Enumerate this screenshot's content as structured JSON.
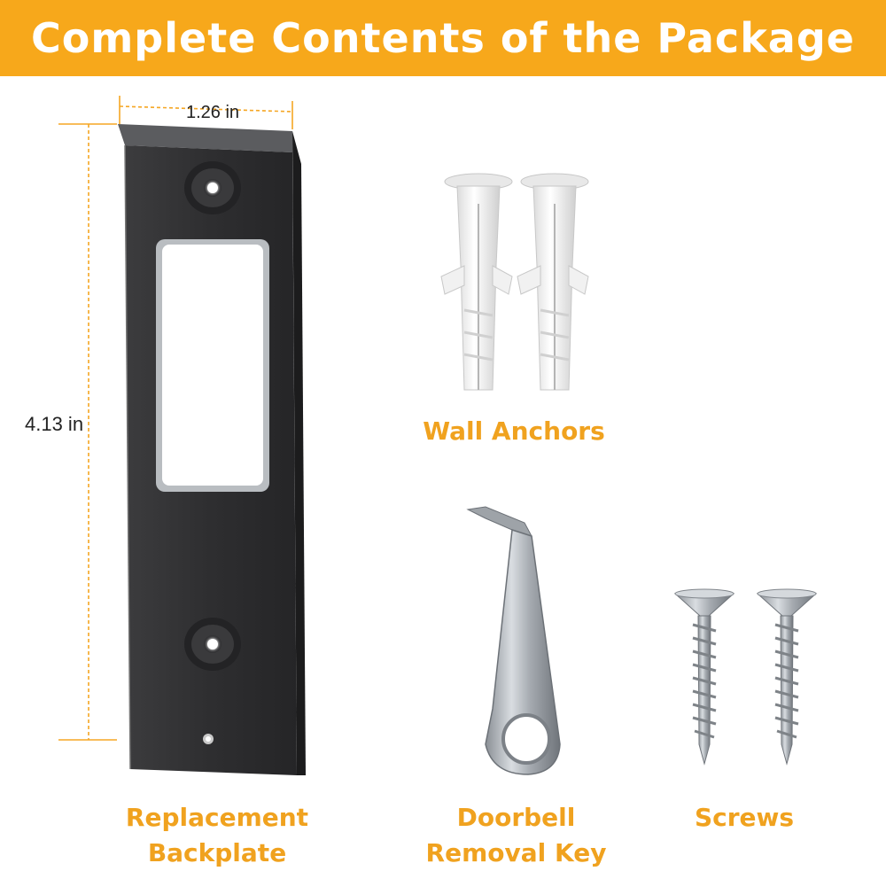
{
  "header": {
    "title": "Complete Contents of the Package"
  },
  "dimensions": {
    "width": "1.26 in",
    "height": "4.13 in"
  },
  "items": {
    "backplate": {
      "line1": "Replacement",
      "line2": "Backplate"
    },
    "anchors": {
      "label": "Wall Anchors"
    },
    "key": {
      "line1": "Doorbell",
      "line2": "Removal Key"
    },
    "screws": {
      "label": "Screws"
    }
  },
  "colors": {
    "banner": "#f7a81b",
    "label": "#f0a21f",
    "dimension_line": "#f5a623"
  }
}
